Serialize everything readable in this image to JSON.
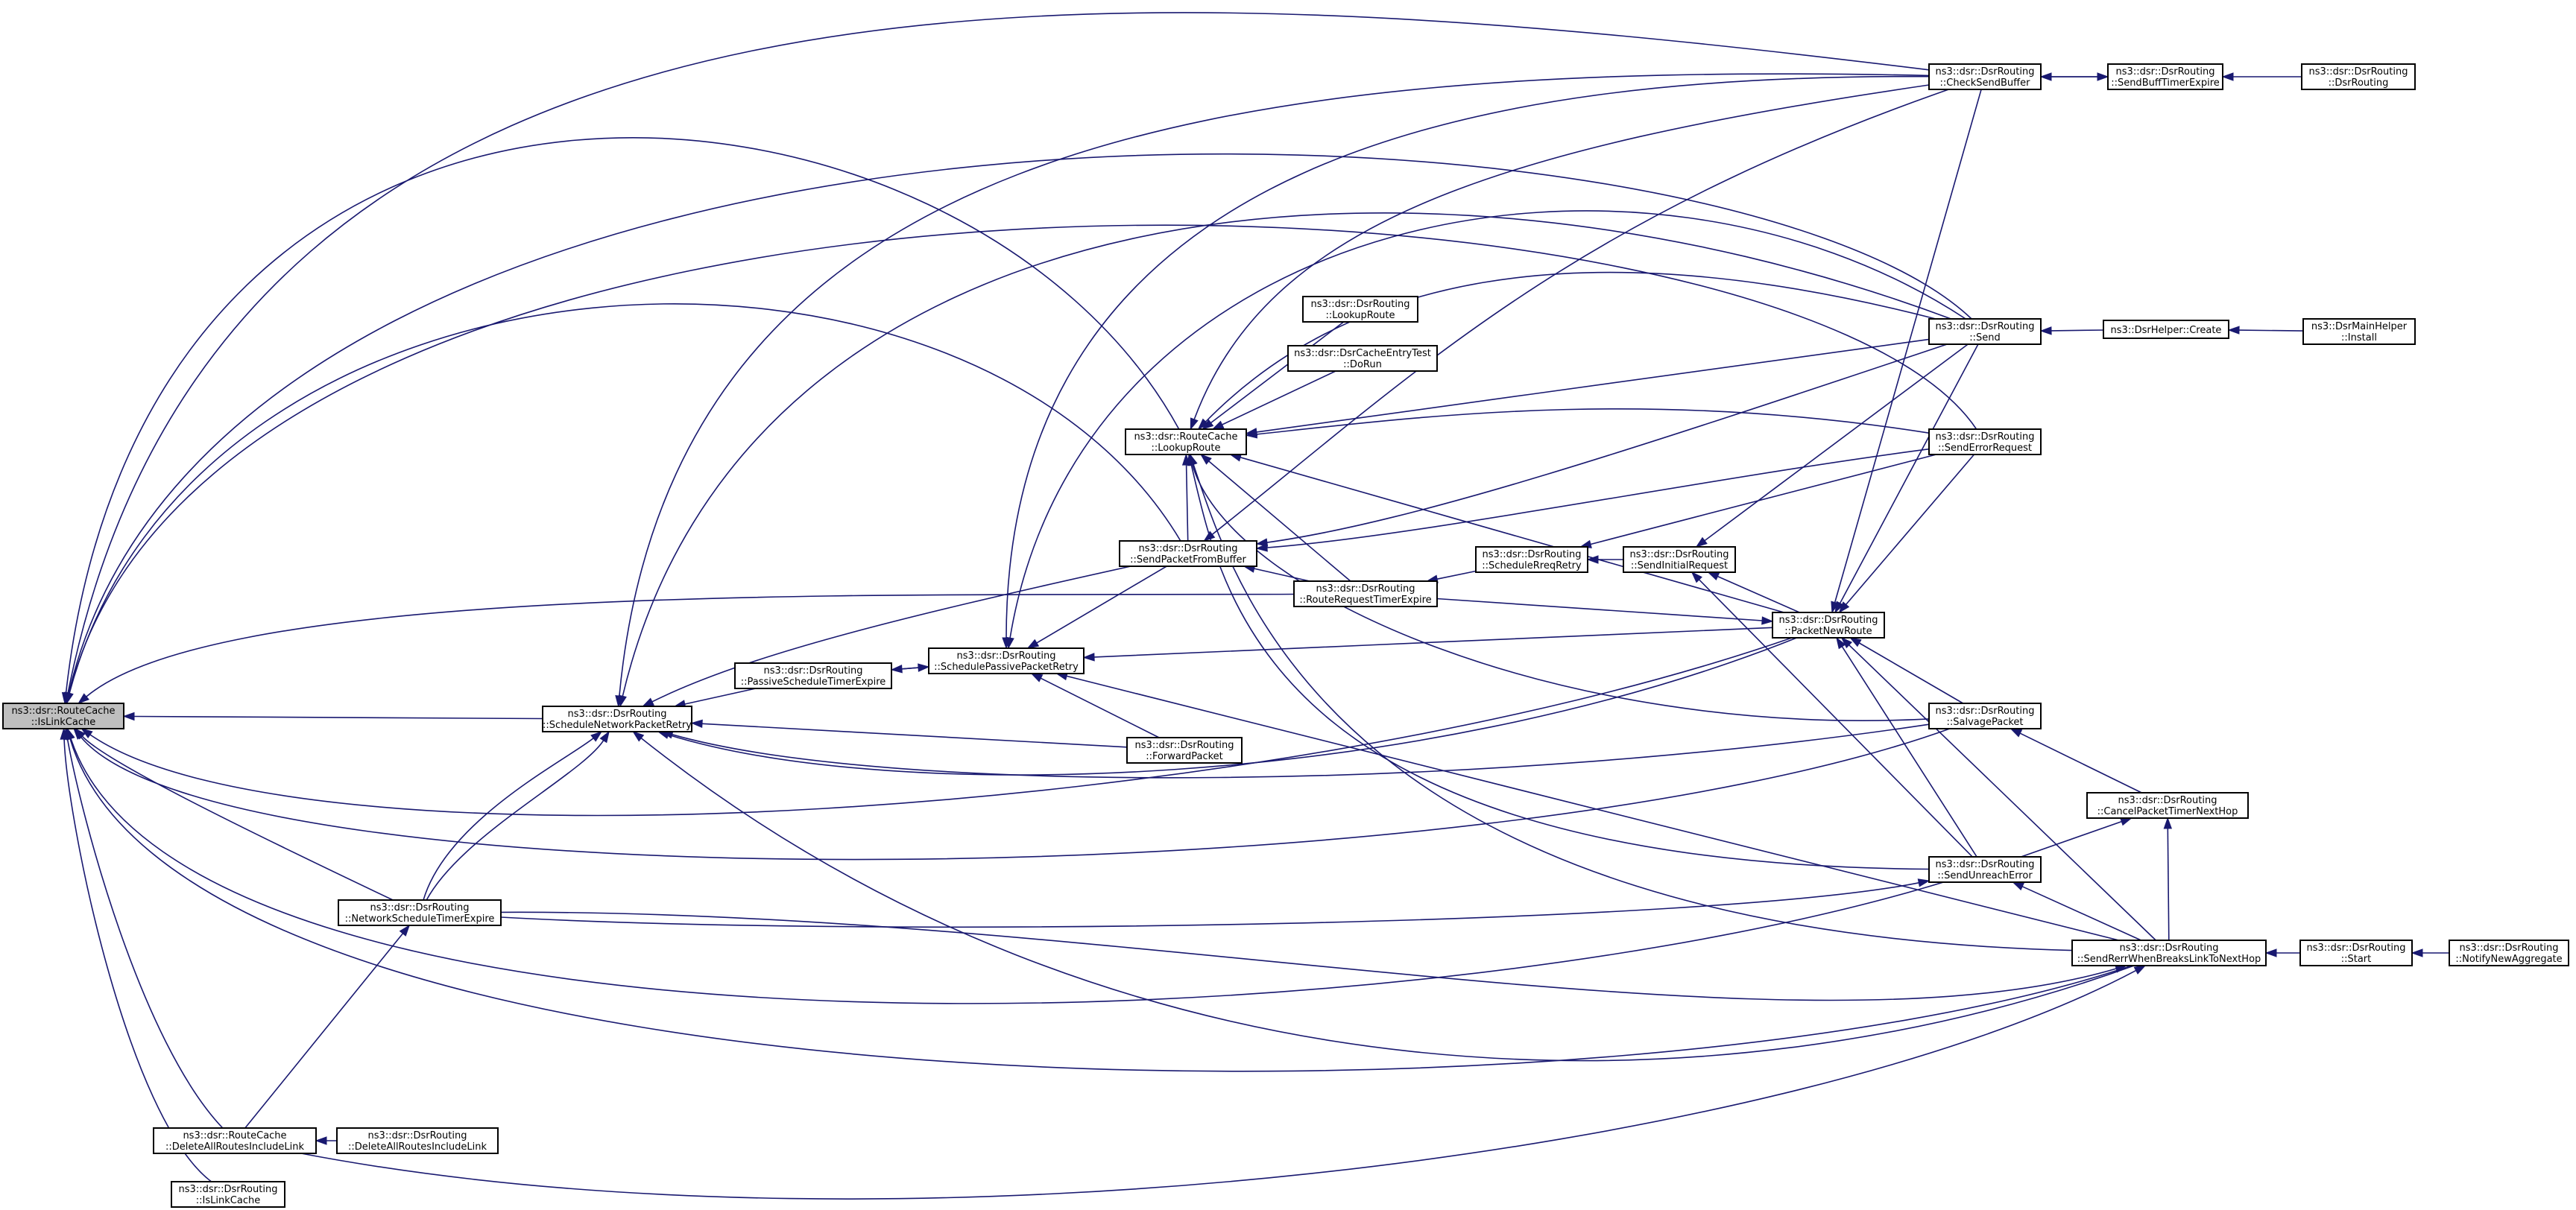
{
  "graph": {
    "colors": {
      "edge": "#191970",
      "node_border": "#000000",
      "current_fill": "#bfbfbf",
      "node_fill": "#ffffff"
    },
    "nodes": [
      {
        "id": "n_islinkcache",
        "l1": "ns3::dsr::RouteCache",
        "l2": "::IsLinkCache",
        "current": true
      },
      {
        "id": "n_schednet",
        "l1": "ns3::dsr::DsrRouting",
        "l2": "::ScheduleNetworkPacketRetry"
      },
      {
        "id": "n_netsched",
        "l1": "ns3::dsr::DsrRouting",
        "l2": "::NetworkScheduleTimerExpire"
      },
      {
        "id": "n_delall",
        "l1": "ns3::dsr::RouteCache",
        "l2": "::DeleteAllRoutesIncludeLink"
      },
      {
        "id": "n_delall_dsr",
        "l1": "ns3::dsr::DsrRouting",
        "l2": "::DeleteAllRoutesIncludeLink"
      },
      {
        "id": "n_islink_dsr",
        "l1": "ns3::dsr::DsrRouting",
        "l2": "::IsLinkCache"
      },
      {
        "id": "n_passive_exp",
        "l1": "ns3::dsr::DsrRouting",
        "l2": "::PassiveScheduleTimerExpire"
      },
      {
        "id": "n_sched_passive",
        "l1": "ns3::dsr::DsrRouting",
        "l2": "::SchedulePassivePacketRetry"
      },
      {
        "id": "n_lookup_rc",
        "l1": "ns3::dsr::RouteCache",
        "l2": "::LookupRoute"
      },
      {
        "id": "n_lookup_dsr",
        "l1": "ns3::dsr::DsrRouting",
        "l2": "::LookupRoute"
      },
      {
        "id": "n_cachetest",
        "l1": "ns3::dsr::DsrCacheEntryTest",
        "l2": "::DoRun"
      },
      {
        "id": "n_sendfrombuf",
        "l1": "ns3::dsr::DsrRouting",
        "l2": "::SendPacketFromBuffer"
      },
      {
        "id": "n_rreqexp",
        "l1": "ns3::dsr::DsrRouting",
        "l2": "::RouteRequestTimerExpire"
      },
      {
        "id": "n_forward",
        "l1": "ns3::dsr::DsrRouting",
        "l2": "::ForwardPacket"
      },
      {
        "id": "n_schedreq",
        "l1": "ns3::dsr::DsrRouting",
        "l2": "::ScheduleRreqRetry"
      },
      {
        "id": "n_sendinit",
        "l1": "ns3::dsr::DsrRouting",
        "l2": "::SendInitialRequest"
      },
      {
        "id": "n_pktnew",
        "l1": "ns3::dsr::DsrRouting",
        "l2": "::PacketNewRoute"
      },
      {
        "id": "n_checkbuf",
        "l1": "ns3::dsr::DsrRouting",
        "l2": "::CheckSendBuffer"
      },
      {
        "id": "n_send",
        "l1": "ns3::dsr::DsrRouting",
        "l2": "::Send"
      },
      {
        "id": "n_senderr",
        "l1": "ns3::dsr::DsrRouting",
        "l2": "::SendErrorRequest"
      },
      {
        "id": "n_salvage",
        "l1": "ns3::dsr::DsrRouting",
        "l2": "::SalvagePacket"
      },
      {
        "id": "n_unreach",
        "l1": "ns3::dsr::DsrRouting",
        "l2": "::SendUnreachError"
      },
      {
        "id": "n_buffexp",
        "l1": "ns3::dsr::DsrRouting",
        "l2": "::SendBuffTimerExpire"
      },
      {
        "id": "n_dsrrouting",
        "l1": "ns3::dsr::DsrRouting",
        "l2": "::DsrRouting"
      },
      {
        "id": "n_helpercreate",
        "l1": "ns3::DsrHelper::Create",
        "l2": ""
      },
      {
        "id": "n_install",
        "l1": "ns3::DsrMainHelper",
        "l2": "::Install"
      },
      {
        "id": "n_cancel",
        "l1": "ns3::dsr::DsrRouting",
        "l2": "::CancelPacketTimerNextHop"
      },
      {
        "id": "n_sendrerr",
        "l1": "ns3::dsr::DsrRouting",
        "l2": "::SendRerrWhenBreaksLinkToNextHop"
      },
      {
        "id": "n_start",
        "l1": "ns3::dsr::DsrRouting",
        "l2": "::Start"
      },
      {
        "id": "n_notify",
        "l1": "ns3::dsr::DsrRouting",
        "l2": "::NotifyNewAggregate"
      }
    ]
  }
}
